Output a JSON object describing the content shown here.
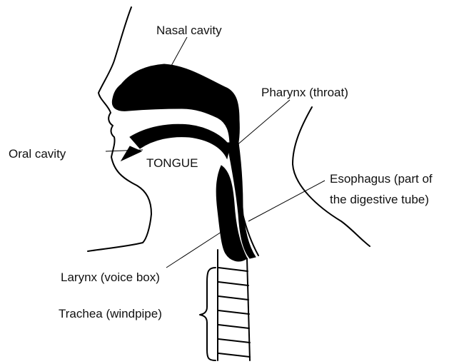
{
  "labels": {
    "nasal_cavity": "Nasal cavity",
    "pharynx": "Pharynx (throat)",
    "oral_cavity": "Oral cavity",
    "tongue": "TONGUE",
    "esophagus_line1": "Esophagus (part of",
    "esophagus_line2": "the digestive tube)",
    "larynx": "Larynx (voice box)",
    "trachea": "Trachea (windpipe)"
  }
}
